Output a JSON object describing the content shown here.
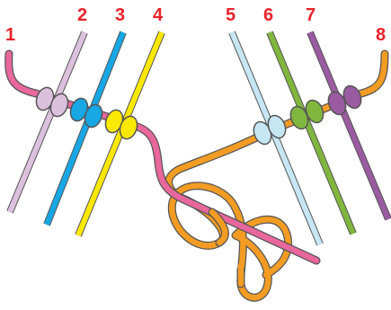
{
  "diagram": {
    "labels": [
      "1",
      "2",
      "3",
      "4",
      "5",
      "6",
      "7",
      "8"
    ]
  },
  "colors": {
    "label": "#e8222a",
    "cord_1": "#e8679c",
    "cord_2": "#dcc1de",
    "cord_3": "#17a7e4",
    "cord_4": "#fbe800",
    "cord_5": "#c6e6f3",
    "cord_6": "#80b63e",
    "cord_7": "#9a5ba1",
    "cord_8": "#f29c23"
  }
}
